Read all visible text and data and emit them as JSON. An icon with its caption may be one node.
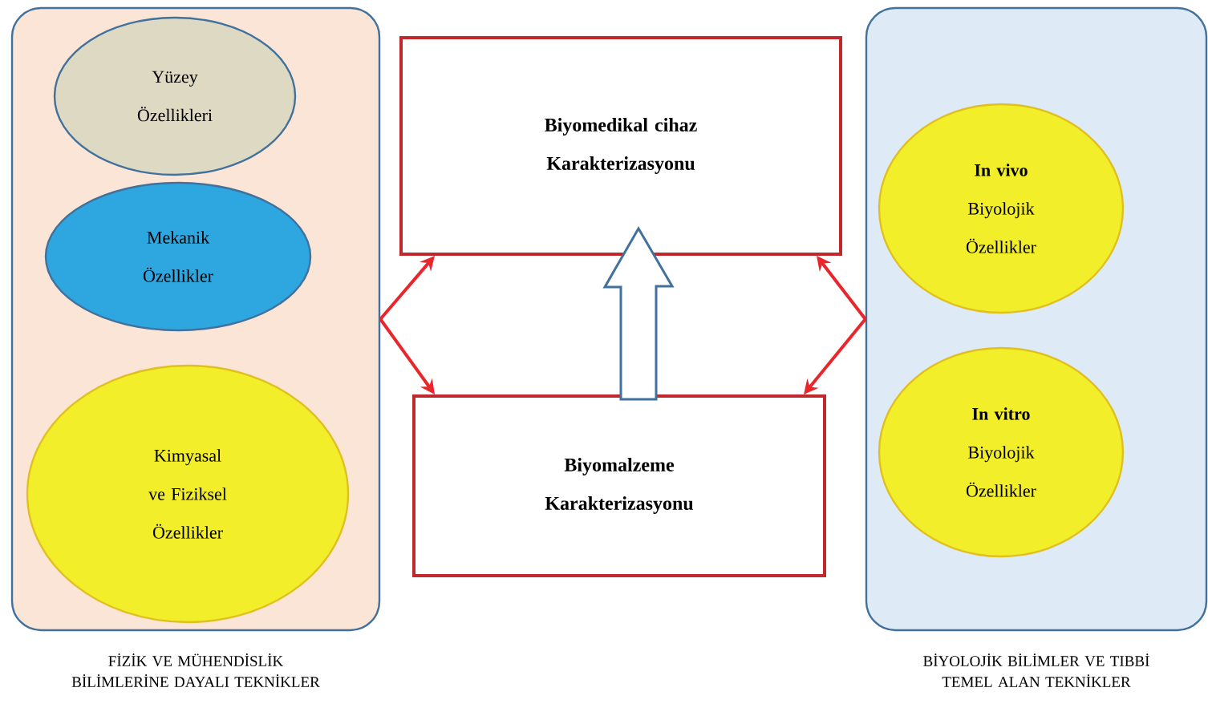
{
  "diagram": {
    "nodes": [
      {
        "text": [],
        "shape": "box",
        "beside": [
          "FİZİK VE MÜHENDİSLİK BİLİMLERİNE DAYALI TEKNİKLER"
        ]
      },
      {
        "text": [
          "Yüzey Özellikleri"
        ],
        "in": 0
      },
      {
        "text": [
          "Mekanik Özellikler"
        ],
        "in": 0
      },
      {
        "text": [
          "Kimyasal ve Fiziksel Özellikler"
        ],
        "in": 0
      },
      {
        "text": [
          "Biyomedikal cihaz Karakterizasyonu"
        ]
      },
      {
        "text": [
          "Biyomalzeme Karakterizasyonu"
        ]
      },
      {
        "text": [],
        "shape": "box",
        "beside": [
          "BİYOLOJİK BİLİMLER VE TIBBİ TEMEL ALAN TEKNİKLER"
        ]
      },
      {
        "text": [
          "**In vivo** Biyolojik Özellikler"
        ],
        "in": 6
      },
      {
        "text": [
          "**In vitro** Biyolojik Özellikler"
        ],
        "in": 6
      }
    ],
    "edges": [
      {
        "from": 0,
        "to": 4,
        "arrow": "to"
      },
      {
        "from": 0,
        "to": 5,
        "arrow": "to"
      },
      {
        "from": 6,
        "to": 4,
        "arrow": "to"
      },
      {
        "from": 6,
        "to": 5,
        "arrow": "to"
      },
      {
        "from": 5,
        "to": 4,
        "arrow": "to",
        "style": "thick",
        "color": "#41719c"
      }
    ]
  }
}
